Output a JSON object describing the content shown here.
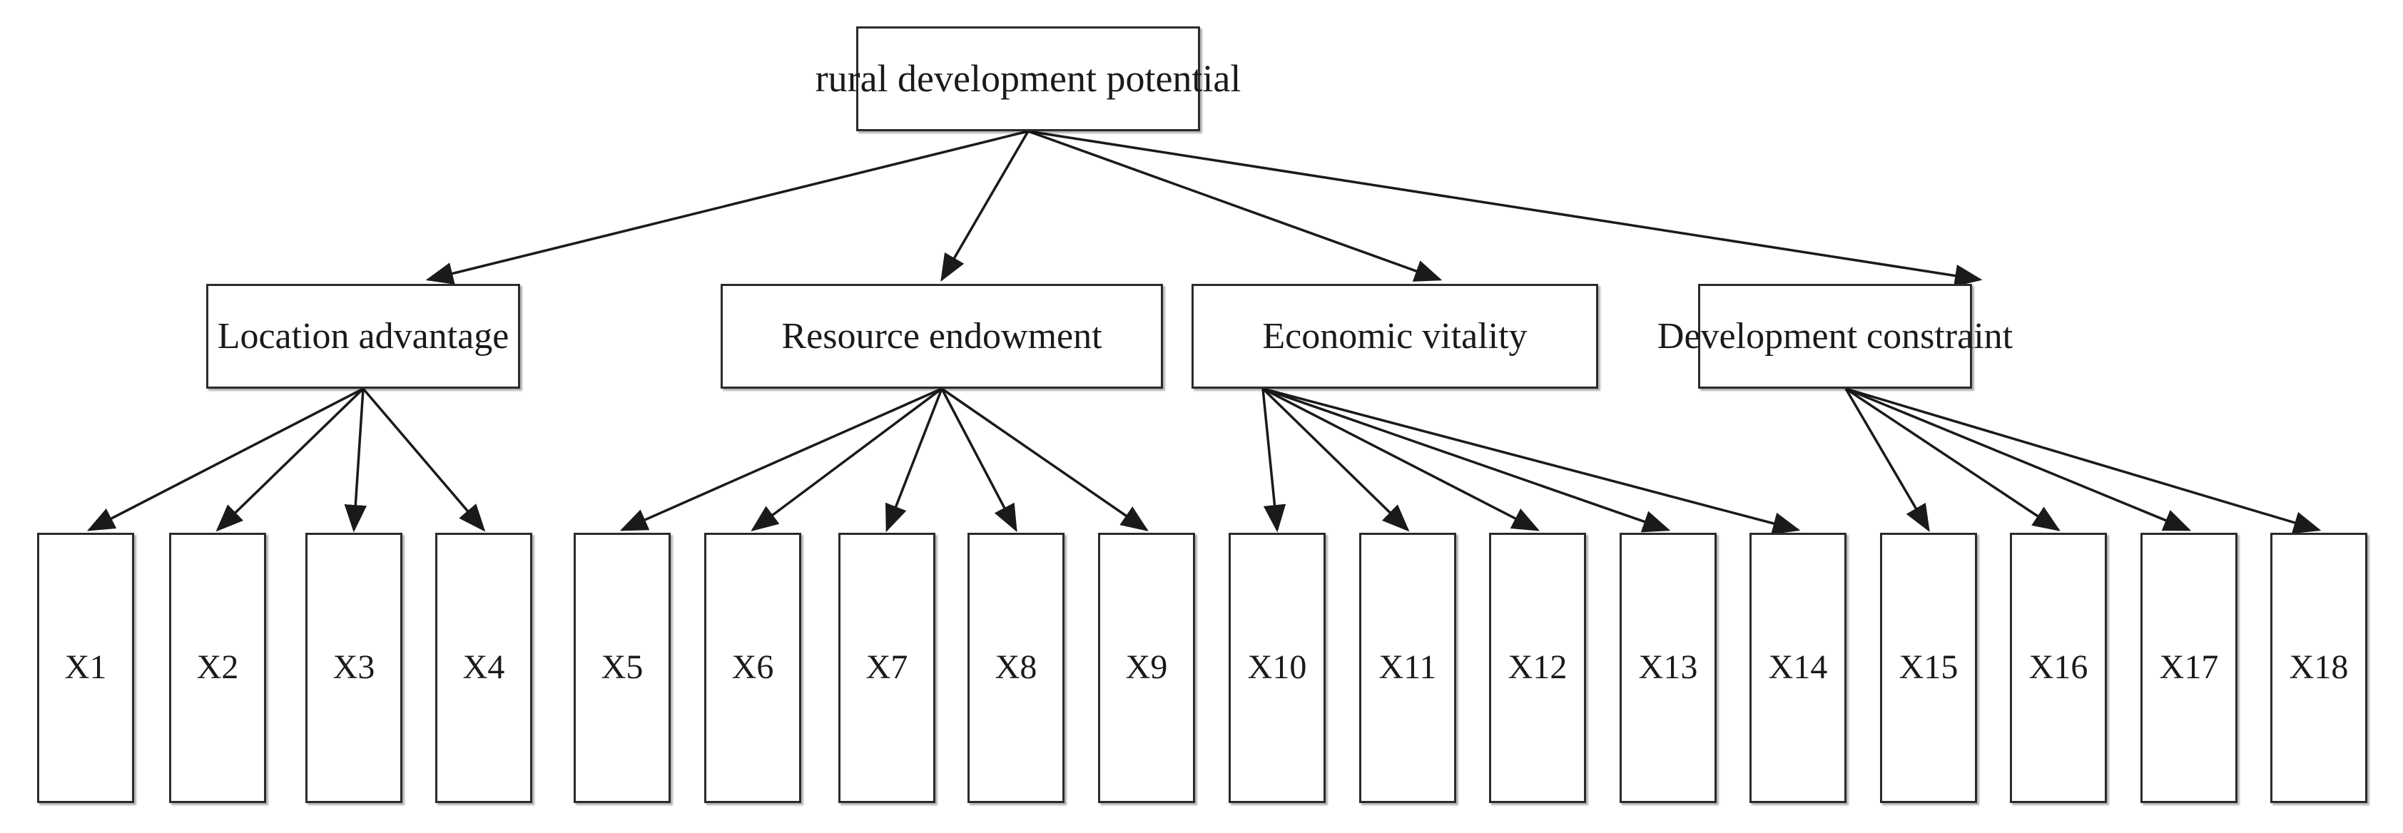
{
  "diagram": {
    "type": "hierarchy-tree",
    "title": "rural development potential",
    "background_color": "#ffffff",
    "node_fill": "#ffffff",
    "node_border_color": "#2b2b2b",
    "edge_color": "#1a1a1a",
    "text_color": "#1a1a1a",
    "root": {
      "id": "root",
      "label": "rural development potential"
    },
    "categories": [
      {
        "id": "cat1",
        "label": "Location advantage",
        "children": [
          "X1",
          "X2",
          "X3",
          "X4"
        ]
      },
      {
        "id": "cat2",
        "label": "Resource endowment",
        "children": [
          "X5",
          "X6",
          "X7",
          "X8",
          "X9"
        ]
      },
      {
        "id": "cat3",
        "label": "Economic vitality",
        "children": [
          "X10",
          "X11",
          "X12",
          "X13",
          "X14"
        ]
      },
      {
        "id": "cat4",
        "label": "Development constraint",
        "children": [
          "X15",
          "X16",
          "X17",
          "X18"
        ]
      }
    ],
    "indicators": [
      {
        "id": "X1",
        "label": "X1",
        "parent": "cat1"
      },
      {
        "id": "X2",
        "label": "X2",
        "parent": "cat1"
      },
      {
        "id": "X3",
        "label": "X3",
        "parent": "cat1"
      },
      {
        "id": "X4",
        "label": "X4",
        "parent": "cat1"
      },
      {
        "id": "X5",
        "label": "X5",
        "parent": "cat2"
      },
      {
        "id": "X6",
        "label": "X6",
        "parent": "cat2"
      },
      {
        "id": "X7",
        "label": "X7",
        "parent": "cat2"
      },
      {
        "id": "X8",
        "label": "X8",
        "parent": "cat2"
      },
      {
        "id": "X9",
        "label": "X9",
        "parent": "cat2"
      },
      {
        "id": "X10",
        "label": "X10",
        "parent": "cat3"
      },
      {
        "id": "X11",
        "label": "X11",
        "parent": "cat3"
      },
      {
        "id": "X12",
        "label": "X12",
        "parent": "cat3"
      },
      {
        "id": "X13",
        "label": "X13",
        "parent": "cat3"
      },
      {
        "id": "X14",
        "label": "X14",
        "parent": "cat3"
      },
      {
        "id": "X15",
        "label": "X15",
        "parent": "cat4"
      },
      {
        "id": "X16",
        "label": "X16",
        "parent": "cat4"
      },
      {
        "id": "X17",
        "label": "X17",
        "parent": "cat4"
      },
      {
        "id": "X18",
        "label": "X18",
        "parent": "cat4"
      }
    ]
  }
}
